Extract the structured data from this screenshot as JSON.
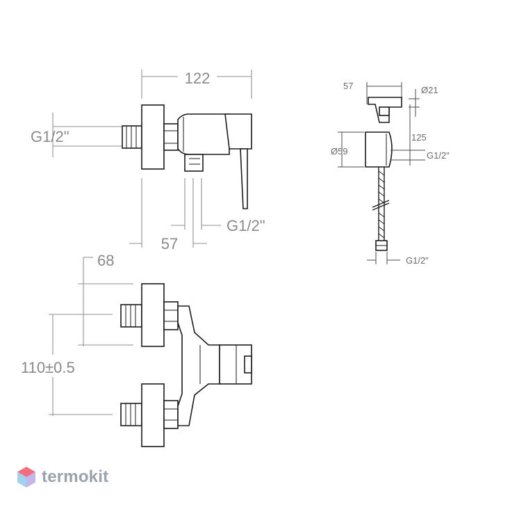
{
  "top_view": {
    "dim_overall_width": "122",
    "dim_thread_left": "G1/2\"",
    "dim_outlet_thread": "G1/2\"",
    "dim_outlet_offset": "57"
  },
  "front_view": {
    "dim_inlet_depth": "68",
    "dim_inlet_spacing": "110±0.5"
  },
  "hand_shower": {
    "dim_width": "57",
    "dim_diameter_small": "Ø21",
    "dim_height": "125",
    "dim_diameter_holder": "Ø59",
    "dim_holder_thread": "G1/2\"",
    "dim_hose_thread": "G1/2\""
  },
  "watermark": {
    "brand": "termokit",
    "colors": {
      "top": "#f26d7d",
      "left": "#9fd3f0",
      "right": "#c4b6e8"
    }
  }
}
